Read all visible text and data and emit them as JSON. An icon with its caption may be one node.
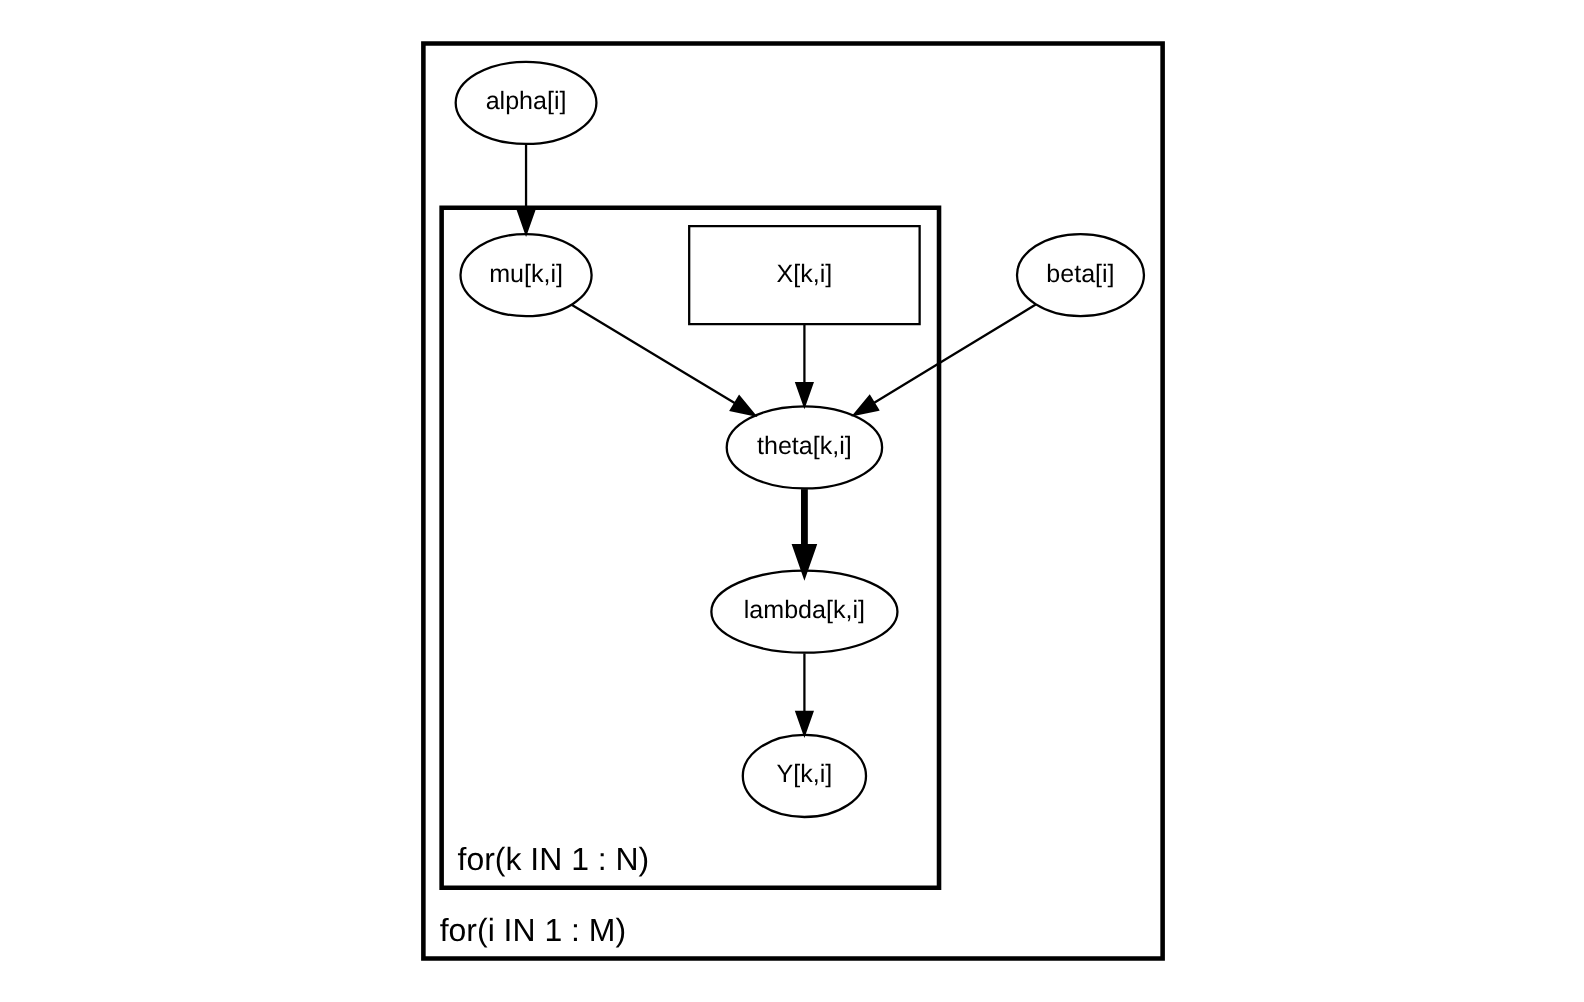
{
  "diagram": {
    "nodes": [
      {
        "text": [
          "for(i IN 1 : M)"
        ]
      },
      {
        "text": [
          "for(k IN 1 : N)"
        ],
        "in": 0
      },
      {
        "text": [
          "beta[i]"
        ],
        "in": 0
      },
      {
        "text": [
          "alpha[i]"
        ],
        "in": 0
      },
      {
        "text": [
          "theta[k,i]"
        ],
        "in": 1
      },
      {
        "text": [
          "X[k,i]"
        ],
        "in": 1
      },
      {
        "text": [
          "mu[k,i]"
        ],
        "in": 1
      },
      {
        "text": [
          "lambda[k,i]"
        ],
        "in": 1
      },
      {
        "text": [
          "Y[k,i]"
        ],
        "in": 1
      }
    ],
    "edges": [
      {
        "from": 2,
        "to": 4,
        "arrow": "to"
      },
      {
        "from": 5,
        "to": 4,
        "arrow": "to"
      },
      {
        "from": 3,
        "to": 6,
        "arrow": "to"
      },
      {
        "from": 6,
        "to": 4,
        "arrow": "to"
      },
      {
        "from": 4,
        "to": 7,
        "arrow": "to",
        "style": "thick"
      },
      {
        "from": 7,
        "to": 8,
        "arrow": "to"
      }
    ]
  }
}
